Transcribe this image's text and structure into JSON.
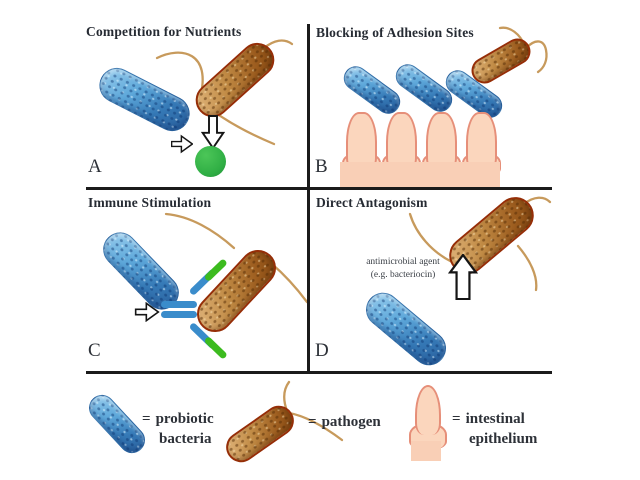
{
  "panels": [
    {
      "label": "A",
      "title": "Competition for Nutrients"
    },
    {
      "label": "B",
      "title": "Blocking of Adhesion Sites"
    },
    {
      "label": "C",
      "title": "Immune Stimulation"
    },
    {
      "label": "D",
      "title": "Direct Antagonism"
    }
  ],
  "panel_d_annotation": {
    "line1": "antimicrobial agent",
    "line2": "(e.g. bacteriocin)"
  },
  "legend": {
    "items": [
      {
        "eq": "=",
        "line1": "probiotic",
        "line2": "bacteria",
        "symbol": "probiotic-bacterium"
      },
      {
        "eq": "=",
        "line1": "pathogen",
        "line2": "",
        "symbol": "pathogen"
      },
      {
        "eq": "=",
        "line1": "intestinal",
        "line2": "epithelium",
        "symbol": "intestinal-epithelium"
      }
    ]
  },
  "colors": {
    "probiotic_blue": "#3579b6",
    "pathogen_brown": "#9c5c1e",
    "pathogen_outline": "#952e07",
    "flagella_tan": "#c79a5c",
    "nutrient_green": "#2fae44",
    "antibody_blue": "#3a8ccb",
    "antibody_green": "#3cbb1f",
    "epithelium_fill": "#fbd6bd",
    "epithelium_outline": "#e68f79",
    "divider_black": "#1b1b1b",
    "text": "#2d3138"
  }
}
